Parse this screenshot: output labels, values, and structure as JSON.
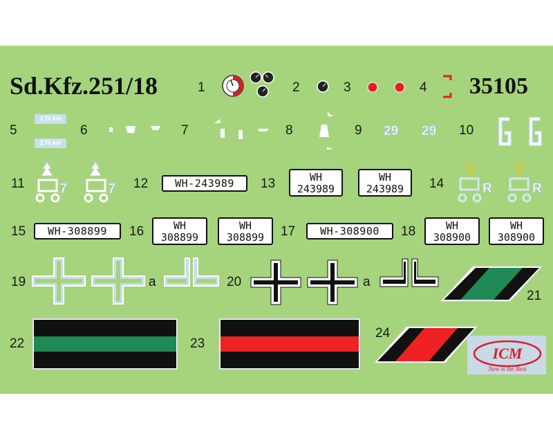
{
  "sheet": {
    "title": "Sd.Kfz.251/18",
    "catalog_number": "35105",
    "background_color": "#a5d47c"
  },
  "numbers": {
    "n1": "1",
    "n2": "2",
    "n3": "3",
    "n4": "4",
    "n5": "5",
    "n6": "6",
    "n7": "7",
    "n8": "8",
    "n9": "9",
    "n10": "10",
    "n11": "11",
    "n12": "12",
    "n13": "13",
    "n14": "14",
    "n15": "15",
    "n16": "16",
    "n17": "17",
    "n18": "18",
    "n19": "19",
    "n19a": "a",
    "n20": "20",
    "n20a": "a",
    "n21": "21",
    "n22": "22",
    "n23": "23",
    "n24": "24"
  },
  "decals": {
    "pressure_label": "2,75 Atü",
    "tactical_number": "29",
    "unit_sign_7": "7",
    "unit_sign_R": "R",
    "plate_12": "WH-243989",
    "plate_13_top": "WH",
    "plate_13_bottom": "243989",
    "plate_15": "WH-308899",
    "plate_16_top": "WH",
    "plate_16_bottom": "308899",
    "plate_17": "WH-308900",
    "plate_18_top": "WH",
    "plate_18_bottom": "308900"
  },
  "colors": {
    "stripe_black": "#111111",
    "stripe_green": "#1f8a55",
    "stripe_red": "#ee2222",
    "cross_outline": "#ffffff",
    "cross_light_fill": "#c6dcec",
    "red_dot": "#e81c2a",
    "logo_red": "#d81f26",
    "logo_bg": "#c9d9e7"
  },
  "logo": {
    "name": "icm-logo"
  }
}
